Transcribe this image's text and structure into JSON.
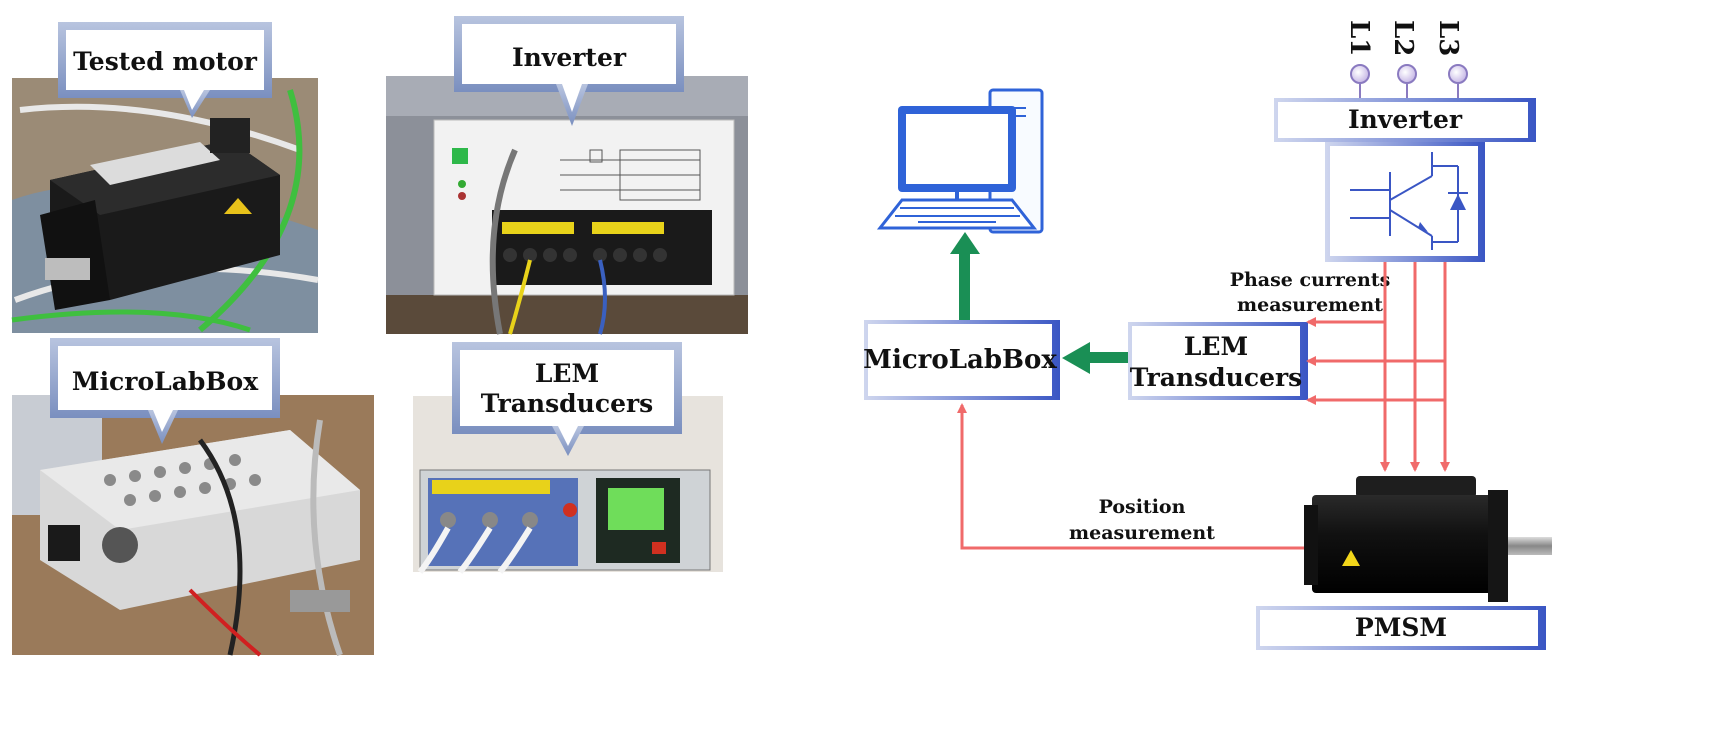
{
  "photos": {
    "motor_label": "Tested motor",
    "inverter_label": "Inverter",
    "microlabbox_label": "MicroLabBox",
    "lem_label_line1": "LEM",
    "lem_label_line2": "Transducers"
  },
  "diagram": {
    "phases": [
      "L1",
      "L2",
      "L3"
    ],
    "inverter_label": "Inverter",
    "microlabbox_label": "MicroLabBox",
    "lem_label_line1": "LEM",
    "lem_label_line2": "Transducers",
    "phase_currents_line1": "Phase currents",
    "phase_currents_line2": "measurement",
    "position_line1": "Position",
    "position_line2": "measurement",
    "pmsm_label": "PMSM"
  },
  "colors": {
    "signal_red": "#f06a6a",
    "data_green": "#1a8f55",
    "box_blue": "#3a56c4",
    "monitor_blue": "#2f63d8"
  }
}
